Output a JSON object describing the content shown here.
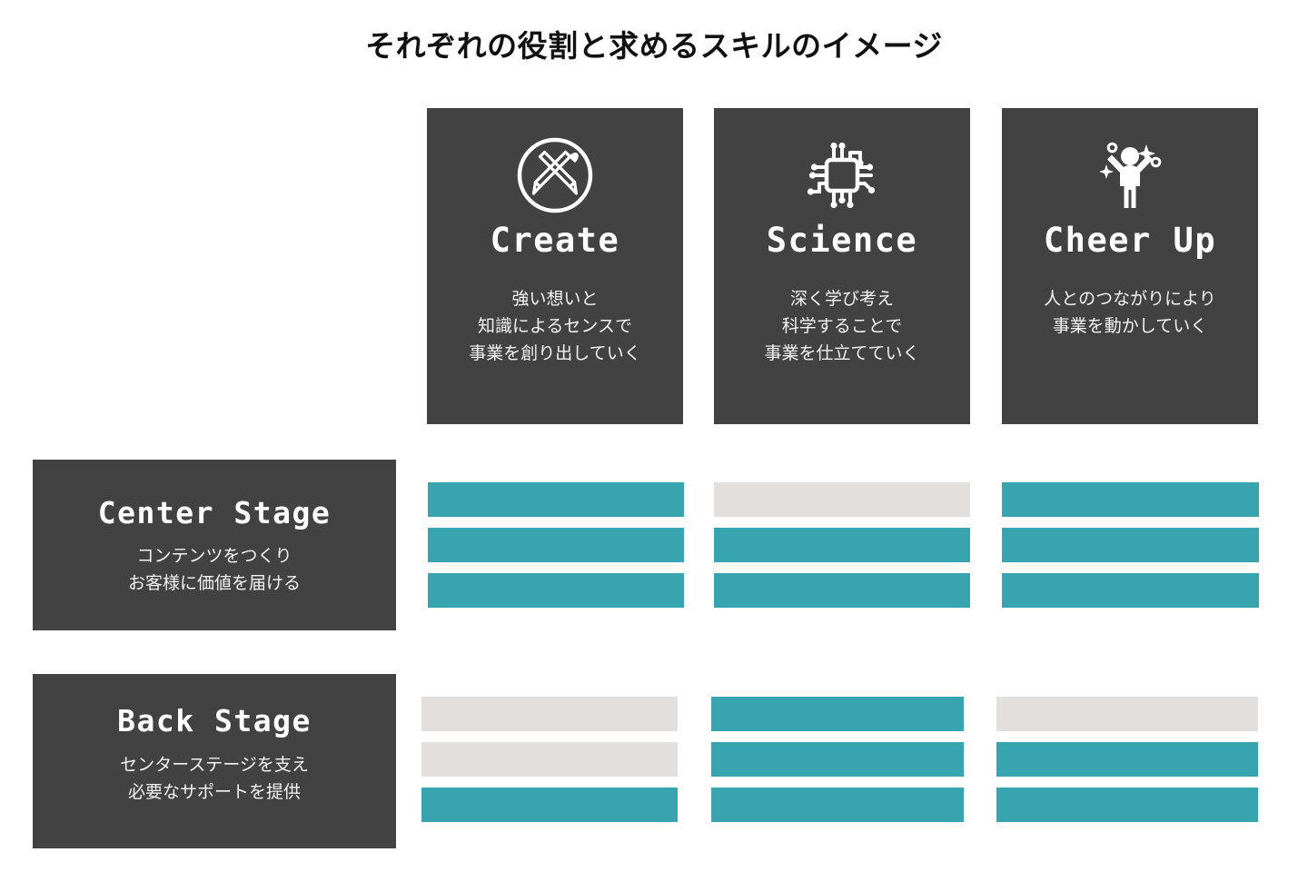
{
  "title": "それぞれの役割と求めるスキルのイメージ",
  "colors": {
    "dark_panel": "#424242",
    "bar_active": "#38A4B0",
    "bar_inactive": "#E2DFDD",
    "background": "#FFFFFF",
    "text_light": "#FFFFFF",
    "text_dark": "#111111"
  },
  "roles": [
    {
      "name": "Create",
      "icon": "pencil-brush-circle-icon",
      "description_lines": [
        "強い想いと",
        "知識によるセンスで",
        "事業を創り出していく"
      ]
    },
    {
      "name": "Science",
      "icon": "microchip-icon",
      "description_lines": [
        "深く学び考え",
        "科学することで",
        "事業を仕立てていく"
      ]
    },
    {
      "name": "Cheer Up",
      "icon": "cheering-person-icon",
      "description_lines": [
        "人とのつながりにより",
        "事業を動かしていく"
      ]
    }
  ],
  "stages": [
    {
      "name": "Center Stage",
      "description_lines": [
        "コンテンツをつくり",
        "お客様に価値を届ける"
      ],
      "skill_levels": [
        {
          "role": "Create",
          "bars": [
            "active",
            "active",
            "active"
          ]
        },
        {
          "role": "Science",
          "bars": [
            "inactive",
            "active",
            "active"
          ]
        },
        {
          "role": "Cheer Up",
          "bars": [
            "active",
            "active",
            "active"
          ]
        }
      ]
    },
    {
      "name": "Back Stage",
      "description_lines": [
        "センターステージを支え",
        "必要なサポートを提供"
      ],
      "skill_levels": [
        {
          "role": "Create",
          "bars": [
            "inactive",
            "inactive",
            "active"
          ]
        },
        {
          "role": "Science",
          "bars": [
            "active",
            "active",
            "active"
          ]
        },
        {
          "role": "Cheer Up",
          "bars": [
            "inactive",
            "active",
            "active"
          ]
        }
      ]
    }
  ]
}
